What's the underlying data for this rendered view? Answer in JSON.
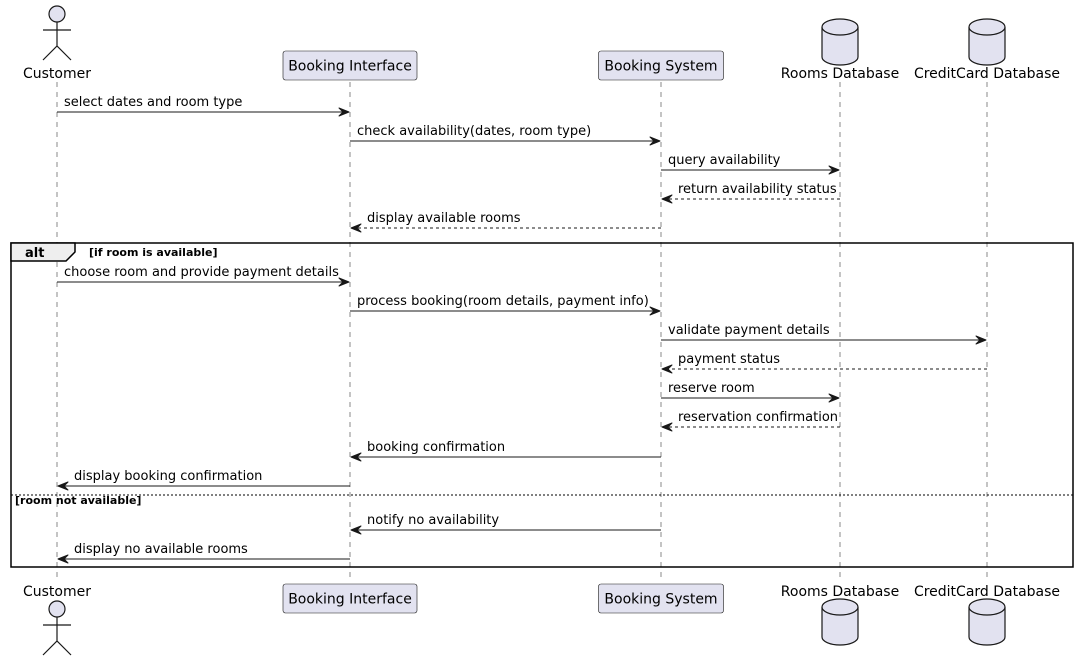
{
  "participants": [
    {
      "id": "customer",
      "name": "Customer",
      "kind": "actor"
    },
    {
      "id": "booking_interface",
      "name": "Booking Interface",
      "kind": "participant"
    },
    {
      "id": "booking_system",
      "name": "Booking System",
      "kind": "participant"
    },
    {
      "id": "rooms_db",
      "name": "Rooms Database",
      "kind": "database"
    },
    {
      "id": "cc_db",
      "name": "CreditCard Database",
      "kind": "database"
    }
  ],
  "messages": [
    {
      "from": "customer",
      "to": "booking_interface",
      "text": "select dates and room type",
      "style": "solid"
    },
    {
      "from": "booking_interface",
      "to": "booking_system",
      "text": "check availability(dates, room type)",
      "style": "solid"
    },
    {
      "from": "booking_system",
      "to": "rooms_db",
      "text": "query availability",
      "style": "solid"
    },
    {
      "from": "rooms_db",
      "to": "booking_system",
      "text": "return availability status",
      "style": "dashed"
    },
    {
      "from": "booking_system",
      "to": "booking_interface",
      "text": "display available rooms",
      "style": "dashed"
    },
    {
      "from": "customer",
      "to": "booking_interface",
      "text": "choose room and provide payment details",
      "style": "solid"
    },
    {
      "from": "booking_interface",
      "to": "booking_system",
      "text": "process booking(room details, payment info)",
      "style": "solid"
    },
    {
      "from": "booking_system",
      "to": "cc_db",
      "text": "validate payment details",
      "style": "solid"
    },
    {
      "from": "cc_db",
      "to": "booking_system",
      "text": "payment status",
      "style": "dashed"
    },
    {
      "from": "booking_system",
      "to": "rooms_db",
      "text": "reserve room",
      "style": "solid"
    },
    {
      "from": "rooms_db",
      "to": "booking_system",
      "text": "reservation confirmation",
      "style": "dashed"
    },
    {
      "from": "booking_system",
      "to": "booking_interface",
      "text": "booking confirmation",
      "style": "solid"
    },
    {
      "from": "booking_interface",
      "to": "customer",
      "text": "display booking confirmation",
      "style": "solid"
    },
    {
      "from": "booking_system",
      "to": "booking_interface",
      "text": "notify no availability",
      "style": "solid"
    },
    {
      "from": "booking_interface",
      "to": "customer",
      "text": "display no available rooms",
      "style": "solid"
    }
  ],
  "alt_frame": {
    "kind": "alt",
    "guard_main": "[if room is available]",
    "guard_else": "[room not available]"
  },
  "colors": {
    "participant_fill": "#e2e2f0",
    "border": "#181818",
    "lifeline": "#8a8a8a",
    "frame_tab": "#eeeeee"
  }
}
